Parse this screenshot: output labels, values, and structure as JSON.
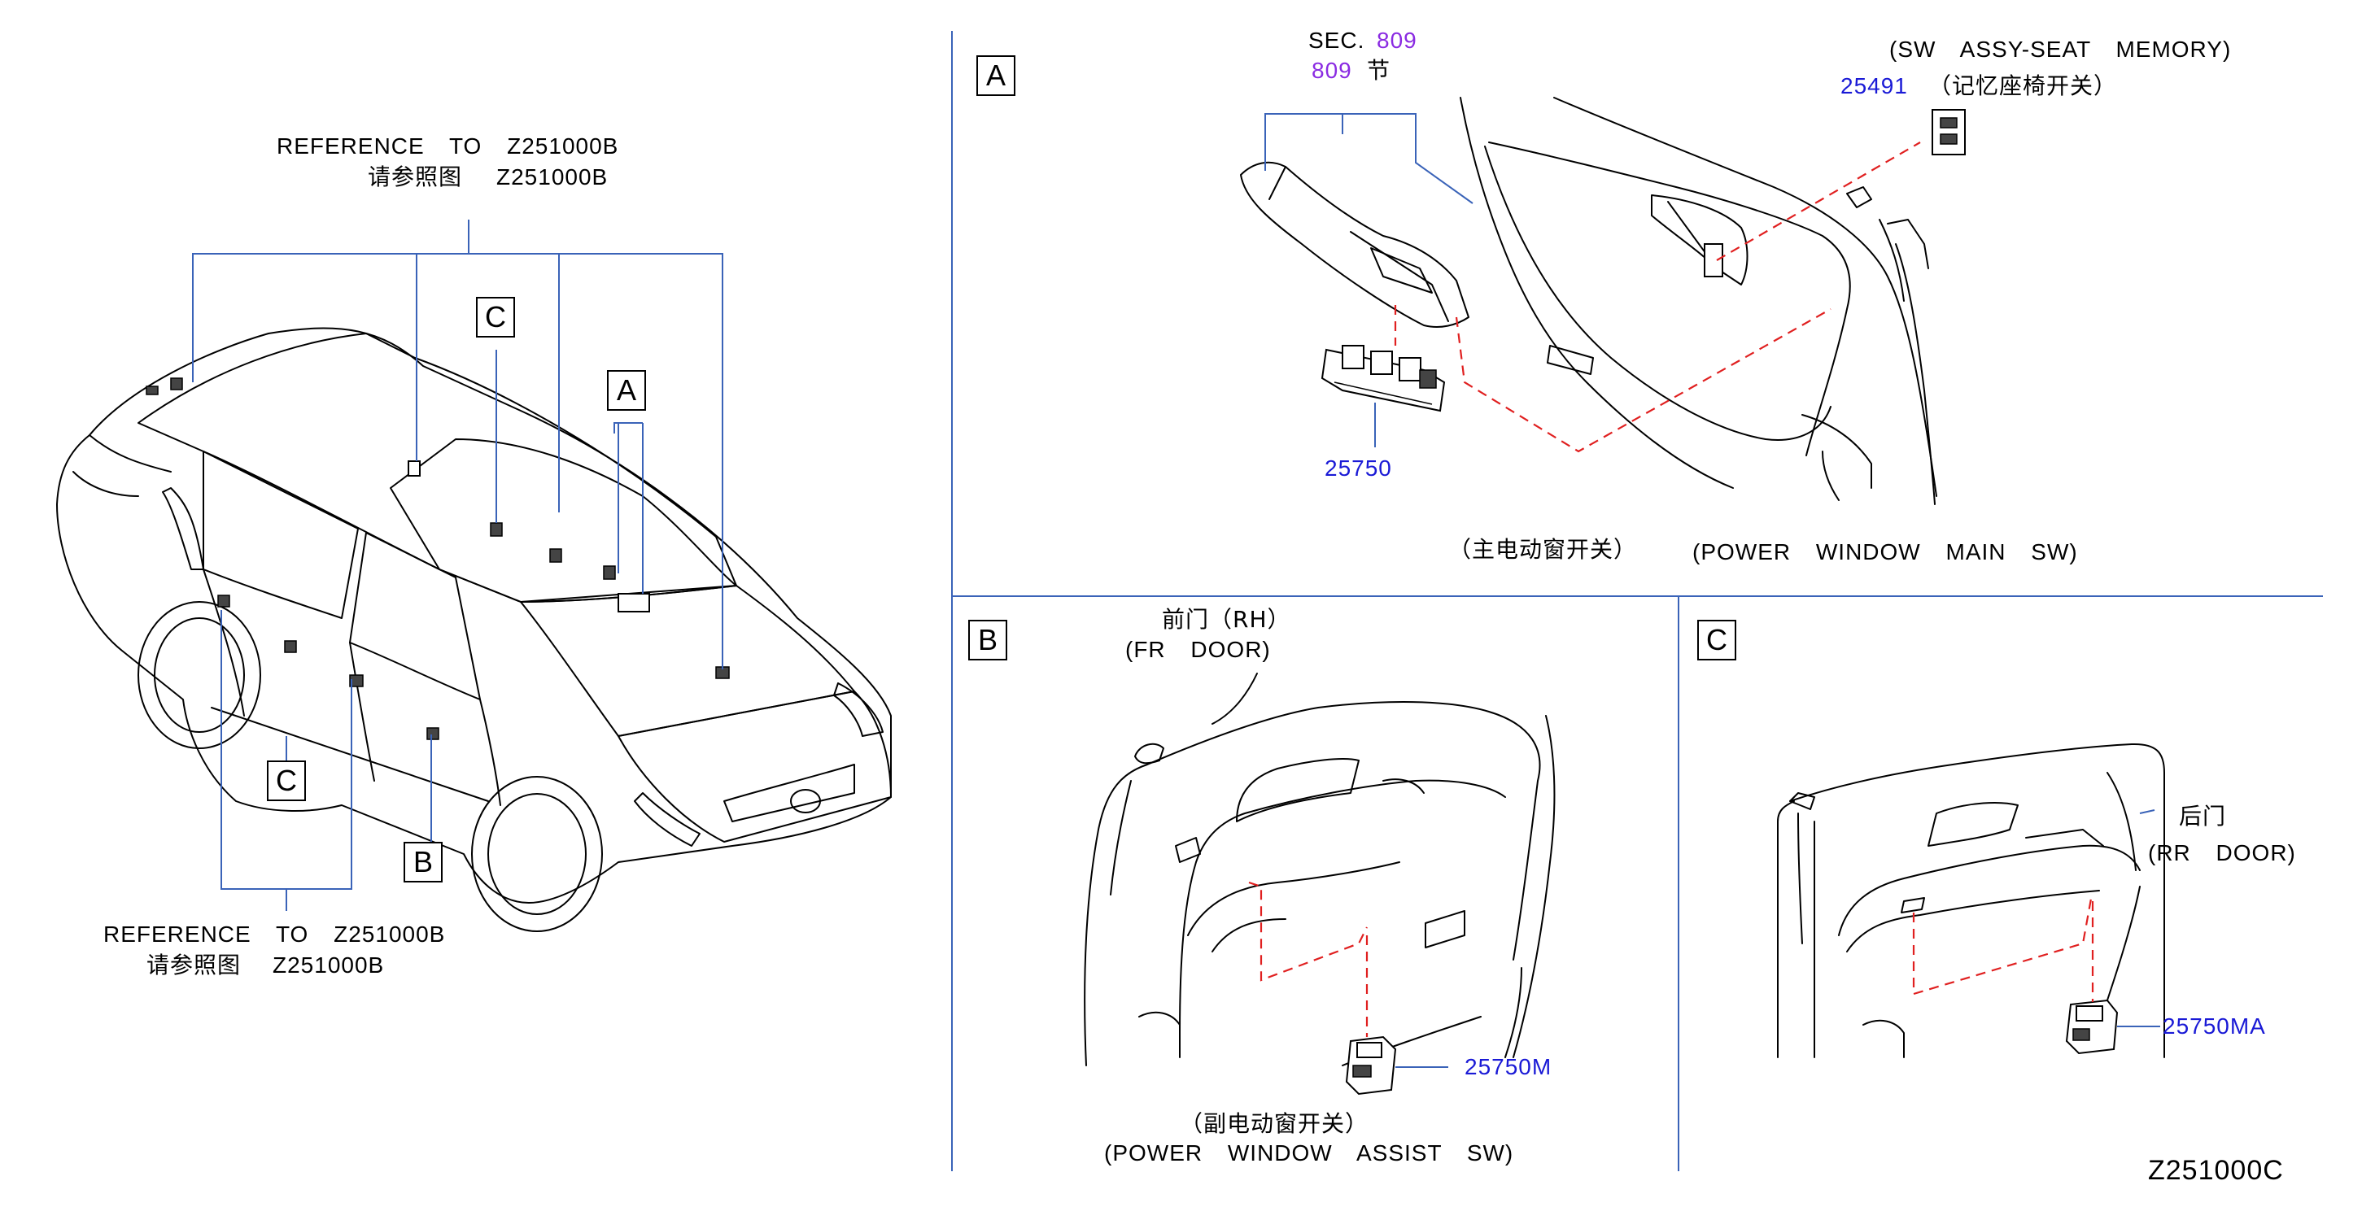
{
  "car_view": {
    "reference_top": {
      "en": "REFERENCE   TO   Z251000B",
      "cn": "请参照图",
      "code": "Z251000B"
    },
    "reference_bottom": {
      "en": "REFERENCE   TO   Z251000B",
      "cn": "请参照图",
      "code": "Z251000B"
    },
    "callouts": {
      "a_top": "A",
      "c_top": "C",
      "c_bottom": "C",
      "b_bottom": "B"
    }
  },
  "panel_a": {
    "label": "A",
    "sec_prefix": "SEC.",
    "sec_number": "809",
    "sec_number_cn": "809",
    "sec_suffix_cn": "节",
    "memory_switch": {
      "part_no": "25491",
      "name_en": "(SW   ASSY-SEAT   MEMORY)",
      "name_cn": "（记忆座椅开关）"
    },
    "main_switch": {
      "part_no": "25750",
      "name_cn": "（主电动窗开关）",
      "name_en": "(POWER   WINDOW   MAIN   SW)"
    }
  },
  "panel_b": {
    "label": "B",
    "door_cn": "前门（RH）",
    "door_en": "(FR   DOOR)",
    "part_no": "25750M",
    "name_cn": "（副电动窗开关）",
    "name_en": "(POWER   WINDOW   ASSIST   SW)"
  },
  "panel_c": {
    "label": "C",
    "door_cn": "后门",
    "door_en": "(RR   DOOR)",
    "part_no": "25750MA"
  },
  "drawing_code": "Z251000C",
  "colors": {
    "leader": "#3a63b8",
    "dashed_hidden": "#e02020",
    "part_number": "#1a1ad6",
    "section_ref": "#8a2be2"
  }
}
